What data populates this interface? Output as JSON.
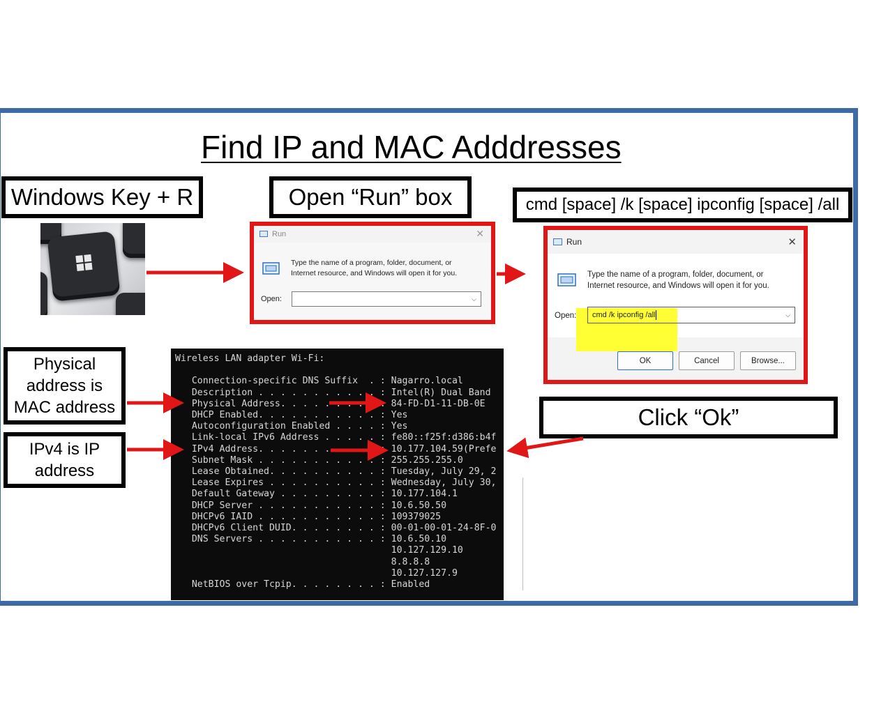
{
  "title": "Find IP and MAC Adddresses",
  "labels": {
    "windows_key": "Windows Key + R",
    "open_run": "Open “Run” box",
    "cmd_text": "cmd [space] /k [space] ipconfig [space] /all",
    "physical": [
      "Physical",
      "address is",
      "MAC address"
    ],
    "ipv4": [
      "IPv4 is IP",
      "address"
    ],
    "click_ok": "Click “Ok”"
  },
  "run_dialog_1": {
    "title": "Run",
    "description_line1": "Type the name of a program, folder, document, or",
    "description_line2": "Internet resource, and Windows will open it for you.",
    "open_label": "Open:",
    "input_value": ""
  },
  "run_dialog_2": {
    "title": "Run",
    "description_line1": "Type the name of a program, folder, document, or",
    "description_line2": "Internet resource, and Windows will open it for you.",
    "open_label": "Open:",
    "input_value": "cmd /k ipconfig /all",
    "ok_label": "OK",
    "cancel_label": "Cancel",
    "browse_label": "Browse..."
  },
  "terminal": {
    "lines": [
      "Wireless LAN adapter Wi-Fi:",
      "",
      "   Connection-specific DNS Suffix  . : Nagarro.local",
      "   Description . . . . . . . . . . . : Intel(R) Dual Band",
      "   Physical Address. . . . . . . . . : 84-FD-D1-11-DB-0E",
      "   DHCP Enabled. . . . . . . . . . . : Yes",
      "   Autoconfiguration Enabled . . . . : Yes",
      "   Link-local IPv6 Address . . . . . : fe80::f25f:d386:b4f",
      "   IPv4 Address. . . . . . . . . . . : 10.177.104.59(Prefe",
      "   Subnet Mask . . . . . . . . . . . : 255.255.255.0",
      "   Lease Obtained. . . . . . . . . . : Tuesday, July 29, 2",
      "   Lease Expires . . . . . . . . . . : Wednesday, July 30,",
      "   Default Gateway . . . . . . . . . : 10.177.104.1",
      "   DHCP Server . . . . . . . . . . . : 10.6.50.50",
      "   DHCPv6 IAID . . . . . . . . . . . : 109379025",
      "   DHCPv6 Client DUID. . . . . . . . : 00-01-00-01-24-8F-0",
      "   DNS Servers . . . . . . . . . . . : 10.6.50.10",
      "                                       10.127.129.10",
      "                                       8.8.8.8",
      "                                       10.127.127.9",
      "   NetBIOS over Tcpip. . . . . . . . : Enabled"
    ]
  },
  "colors": {
    "frame": "#3e6aa6",
    "arrow": "#e11717",
    "highlight": "#ffff33",
    "terminal_bg": "#0c0c0c"
  }
}
